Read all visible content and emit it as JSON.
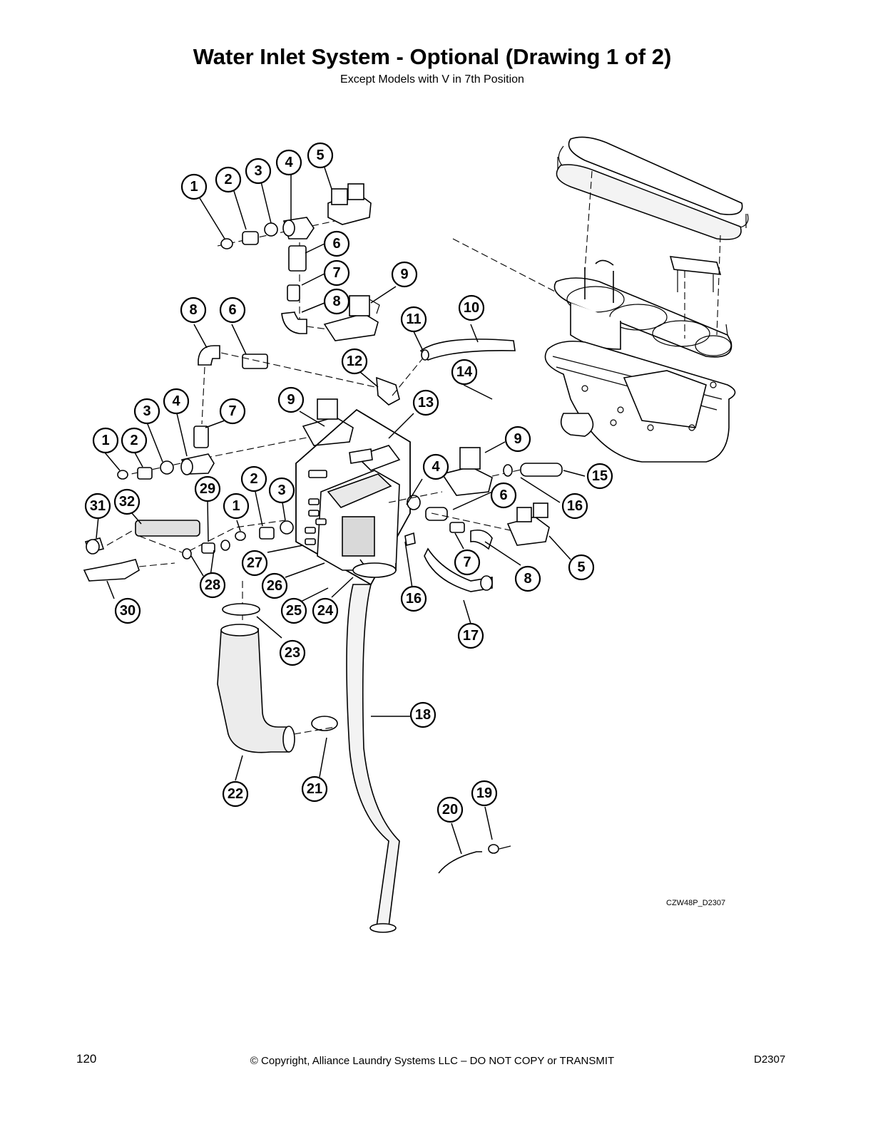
{
  "title": "Water Inlet System - Optional (Drawing 1 of 2)",
  "subtitle": "Except Models with V in 7th Position",
  "drawing_code": "CZW48P_D2307",
  "footer": {
    "page_number": "120",
    "copyright": "© Copyright, Alliance Laundry Systems LLC – DO NOT COPY or TRANSMIT",
    "doc_code": "D2307"
  },
  "callouts": [
    "1",
    "2",
    "3",
    "4",
    "5",
    "6",
    "7",
    "8",
    "9",
    "8",
    "6",
    "11",
    "10",
    "12",
    "14",
    "9",
    "13",
    "3",
    "4",
    "7",
    "1",
    "2",
    "9",
    "4",
    "15",
    "6",
    "16",
    "31",
    "32",
    "29",
    "2",
    "3",
    "1",
    "27",
    "7",
    "5",
    "8",
    "28",
    "26",
    "16",
    "25",
    "24",
    "30",
    "17",
    "23",
    "18",
    "22",
    "21",
    "19",
    "20"
  ]
}
